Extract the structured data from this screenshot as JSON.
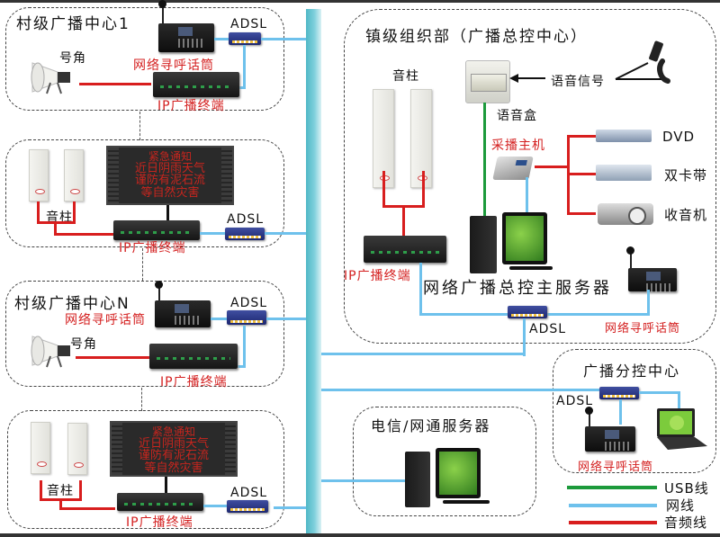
{
  "diagram": {
    "title": "网络广播系统拓扑图",
    "village_centers": [
      {
        "title": "村级广播中心1",
        "horn_label": "号角",
        "pager_label": "网络寻呼话筒",
        "adsl_label": "ADSL",
        "terminal_label": "IP广播终端"
      },
      {
        "column_speaker_label": "音柱",
        "adsl_label": "ADSL",
        "terminal_label": "IP广播终端",
        "led_lines": [
          "紧急通知",
          "近日阴雨天气",
          "谨防有泥石流",
          "等自然灾害"
        ]
      },
      {
        "title": "村级广播中心N",
        "horn_label": "号角",
        "pager_label": "网络寻呼话筒",
        "adsl_label": "ADSL",
        "terminal_label": "IP广播终端"
      },
      {
        "column_speaker_label": "音柱",
        "adsl_label": "ADSL",
        "terminal_label": "IP广播终端",
        "led_lines": [
          "紧急通知",
          "近日阴雨天气",
          "谨防有泥石流",
          "等自然灾害"
        ]
      }
    ],
    "town_center": {
      "title": "镇级组织部（广播总控中心）",
      "column_speaker_label": "音柱",
      "voice_box_label": "语音盒",
      "voice_signal_label": "语音信号",
      "capture_host_label": "采播主机",
      "sources": [
        "DVD",
        "双卡带",
        "收音机"
      ],
      "terminal_label": "IP广播终端",
      "server_label": "网络广播总控主服务器",
      "adsl_label": "ADSL",
      "pager_label": "网络寻呼话筒"
    },
    "branch_center": {
      "title": "广播分控中心",
      "adsl_label": "ADSL",
      "pager_label": "网络寻呼话筒"
    },
    "telecom_server": {
      "title": "电信/网通服务器"
    },
    "legend": [
      {
        "label": "USB线",
        "color": "#1c9a3b"
      },
      {
        "label": "网线",
        "color": "#6ec1ec"
      },
      {
        "label": "音频线",
        "color": "#d81e1e"
      }
    ]
  }
}
